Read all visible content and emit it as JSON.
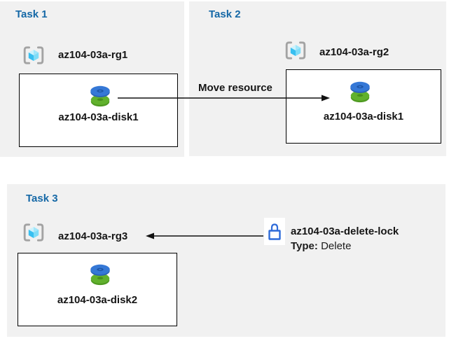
{
  "colors": {
    "title_blue": "#1568a6",
    "panel_gray": "#f1f1f1",
    "lock_blue": "#2e6bd9",
    "disk_blue": "#3578d6",
    "disk_green": "#61b12d",
    "arrow_black": "#111111"
  },
  "panels": [
    {
      "title": "Task 1",
      "rg_label": "az104-03a-rg1",
      "resource_label": "az104-03a-disk1"
    },
    {
      "title": "Task 2",
      "rg_label": "az104-03a-rg2",
      "resource_label": "az104-03a-disk1"
    },
    {
      "title": "Task 3",
      "rg_label": "az104-03a-rg3",
      "resource_label": "az104-03a-disk2"
    }
  ],
  "move_arrow": {
    "label": "Move resource"
  },
  "lock": {
    "name": "az104-03a-delete-lock",
    "type_label": "Type:",
    "type_value": "Delete"
  },
  "icons": {
    "resource_group": "resource-group-icon",
    "disk": "managed-disk-icon",
    "lock": "lock-icon",
    "arrow": "arrow-connector"
  }
}
